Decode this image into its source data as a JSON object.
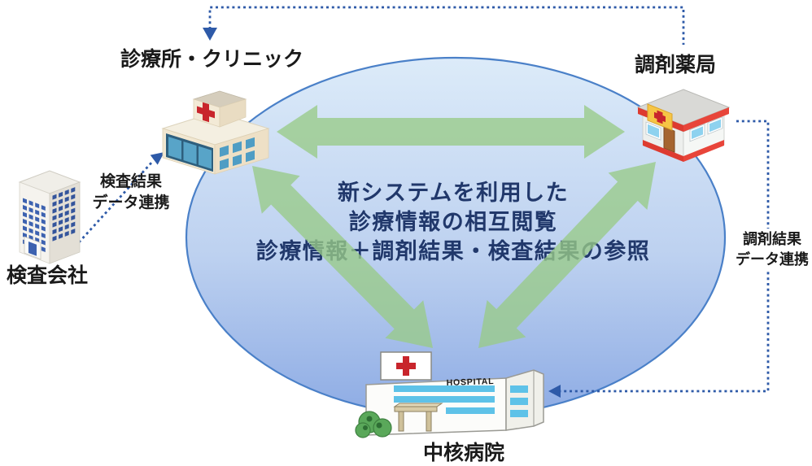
{
  "center_message": {
    "line1": "新システムを利用した",
    "line2": "診療情報の相互閲覧",
    "line3": "診療情報＋調剤結果・検査結果の参照"
  },
  "nodes": {
    "clinic": {
      "label": "診療所・クリニック"
    },
    "pharmacy": {
      "label": "調剤薬局"
    },
    "hospital": {
      "label": "中核病院",
      "sign": "HOSPITAL"
    },
    "lab": {
      "label": "検査会社"
    }
  },
  "links": {
    "lab_to_clinic": {
      "line1": "検査結果",
      "line2": "データ連携"
    },
    "pharmacy_to_hospital": {
      "line1": "調剤結果",
      "line2": "データ連携"
    }
  },
  "colors": {
    "ellipse_top": "#dcebf9",
    "ellipse_mid": "#bdd1f0",
    "ellipse_bottom": "#8dabe4",
    "ellipse_border": "#4a80c8",
    "arrow_green": "#98ca88",
    "dotted_blue": "#2e5aa8",
    "center_text": "#21386b",
    "label_text": "#1a1a1a",
    "window_blue": "#4f9dc4",
    "window_navy": "#3d62b0",
    "red_cross": "#c8252c"
  }
}
